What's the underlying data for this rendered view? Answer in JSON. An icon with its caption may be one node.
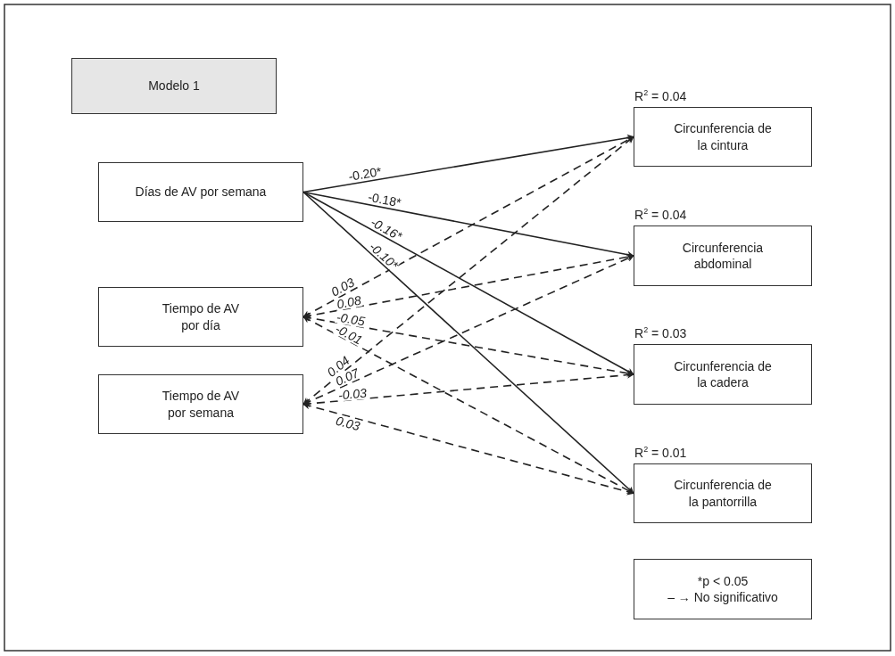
{
  "diagram": {
    "nodes": [
      {
        "text": [
          "Modelo 1"
        ]
      },
      {
        "text": [
          "Días de AV por semana"
        ]
      },
      {
        "text": [
          "Tiempo de AV por día"
        ]
      },
      {
        "text": [
          "Tiempo de AV por semana"
        ]
      },
      {
        "text": [
          "Circunferencia de la cintura"
        ],
        "beside": [
          "R$^{2}$ = 0.04"
        ]
      },
      {
        "text": [
          "Circunferencia abdominal"
        ],
        "beside": [
          "R$^{2}$ = 0.04"
        ]
      },
      {
        "text": [
          "Circunferencia de la cadera"
        ],
        "beside": [
          "R$^{2}$ = 0.03"
        ]
      },
      {
        "text": [
          "Circunferencia de la pantorrilla"
        ],
        "beside": [
          "R$^{2}$ = 0.01"
        ]
      },
      {
        "text": [
          "*p < 0.05",
          "– → No significativo"
        ]
      }
    ],
    "edges": [
      {
        "from": 1,
        "to": 4,
        "arrow": "to",
        "label": "-0.20*"
      },
      {
        "from": 1,
        "to": 5,
        "arrow": "to",
        "label": "-0.18*"
      },
      {
        "from": 1,
        "to": 6,
        "arrow": "to",
        "label": "-0.16*"
      },
      {
        "from": 1,
        "to": 7,
        "arrow": "to",
        "label": "-0.10*"
      },
      {
        "from": 2,
        "to": 4,
        "arrow": "both",
        "label": "0.03",
        "style": "dashed"
      },
      {
        "from": 2,
        "to": 5,
        "arrow": "both",
        "label": "0.08",
        "style": "dashed"
      },
      {
        "from": 2,
        "to": 6,
        "arrow": "both",
        "label": "-0.05",
        "style": "dashed"
      },
      {
        "from": 2,
        "to": 7,
        "arrow": "both",
        "label": "-0.01",
        "style": "dashed"
      },
      {
        "from": 3,
        "to": 4,
        "arrow": "both",
        "label": "0.04",
        "style": "dashed"
      },
      {
        "from": 3,
        "to": 5,
        "arrow": "both",
        "label": "0.07",
        "style": "dashed"
      },
      {
        "from": 3,
        "to": 6,
        "arrow": "both",
        "label": "-0.03",
        "style": "dashed"
      },
      {
        "from": 3,
        "to": 7,
        "arrow": "both",
        "label": "0.03",
        "style": "dashed"
      }
    ]
  }
}
